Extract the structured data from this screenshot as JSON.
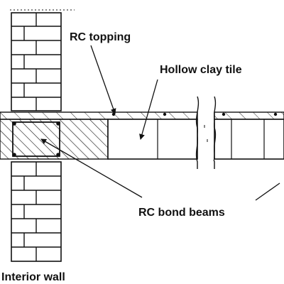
{
  "labels": {
    "rc_topping": "RC topping",
    "hollow_clay_tile": "Hollow clay tile",
    "rc_bond_beams": "RC bond beams",
    "interior_wall": "Interior wall"
  },
  "colors": {
    "ink": "#111111",
    "background": "#ffffff"
  }
}
